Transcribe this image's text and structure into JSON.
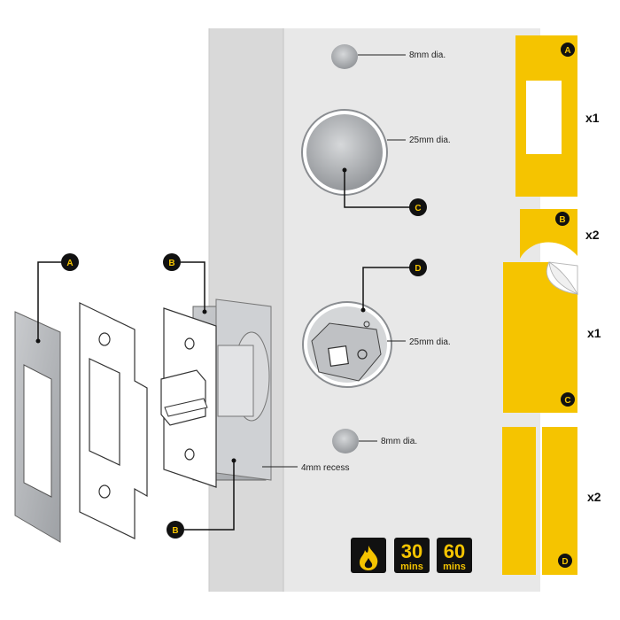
{
  "measurements": {
    "top_hole": "8mm dia.",
    "bolt_hole_c": "25mm dia.",
    "bolt_hole_d": "25mm dia.",
    "bottom_hole": "8mm dia.",
    "recess": "4mm recess"
  },
  "callouts": {
    "strike_plate": "A",
    "latch_top": "B",
    "latch_bottom": "B",
    "bolt_hole_c": "C",
    "bolt_hole_d": "D"
  },
  "kit": {
    "a": {
      "letter": "A",
      "qty": "x1"
    },
    "b": {
      "letter": "B",
      "qty": "x2"
    },
    "c": {
      "letter": "C",
      "qty": "x1"
    },
    "d": {
      "letter": "D",
      "qty": "x2"
    }
  },
  "fire_ratings": [
    {
      "number": "30",
      "unit": "mins"
    },
    {
      "number": "60",
      "unit": "mins"
    }
  ],
  "colors": {
    "yellow": "#f5c400",
    "door": "#e6e6e6",
    "door_edge": "#d2d2d2",
    "badge": "#111111",
    "steel": "#b5b7ba"
  },
  "icons": {
    "fire": "flame-icon"
  }
}
